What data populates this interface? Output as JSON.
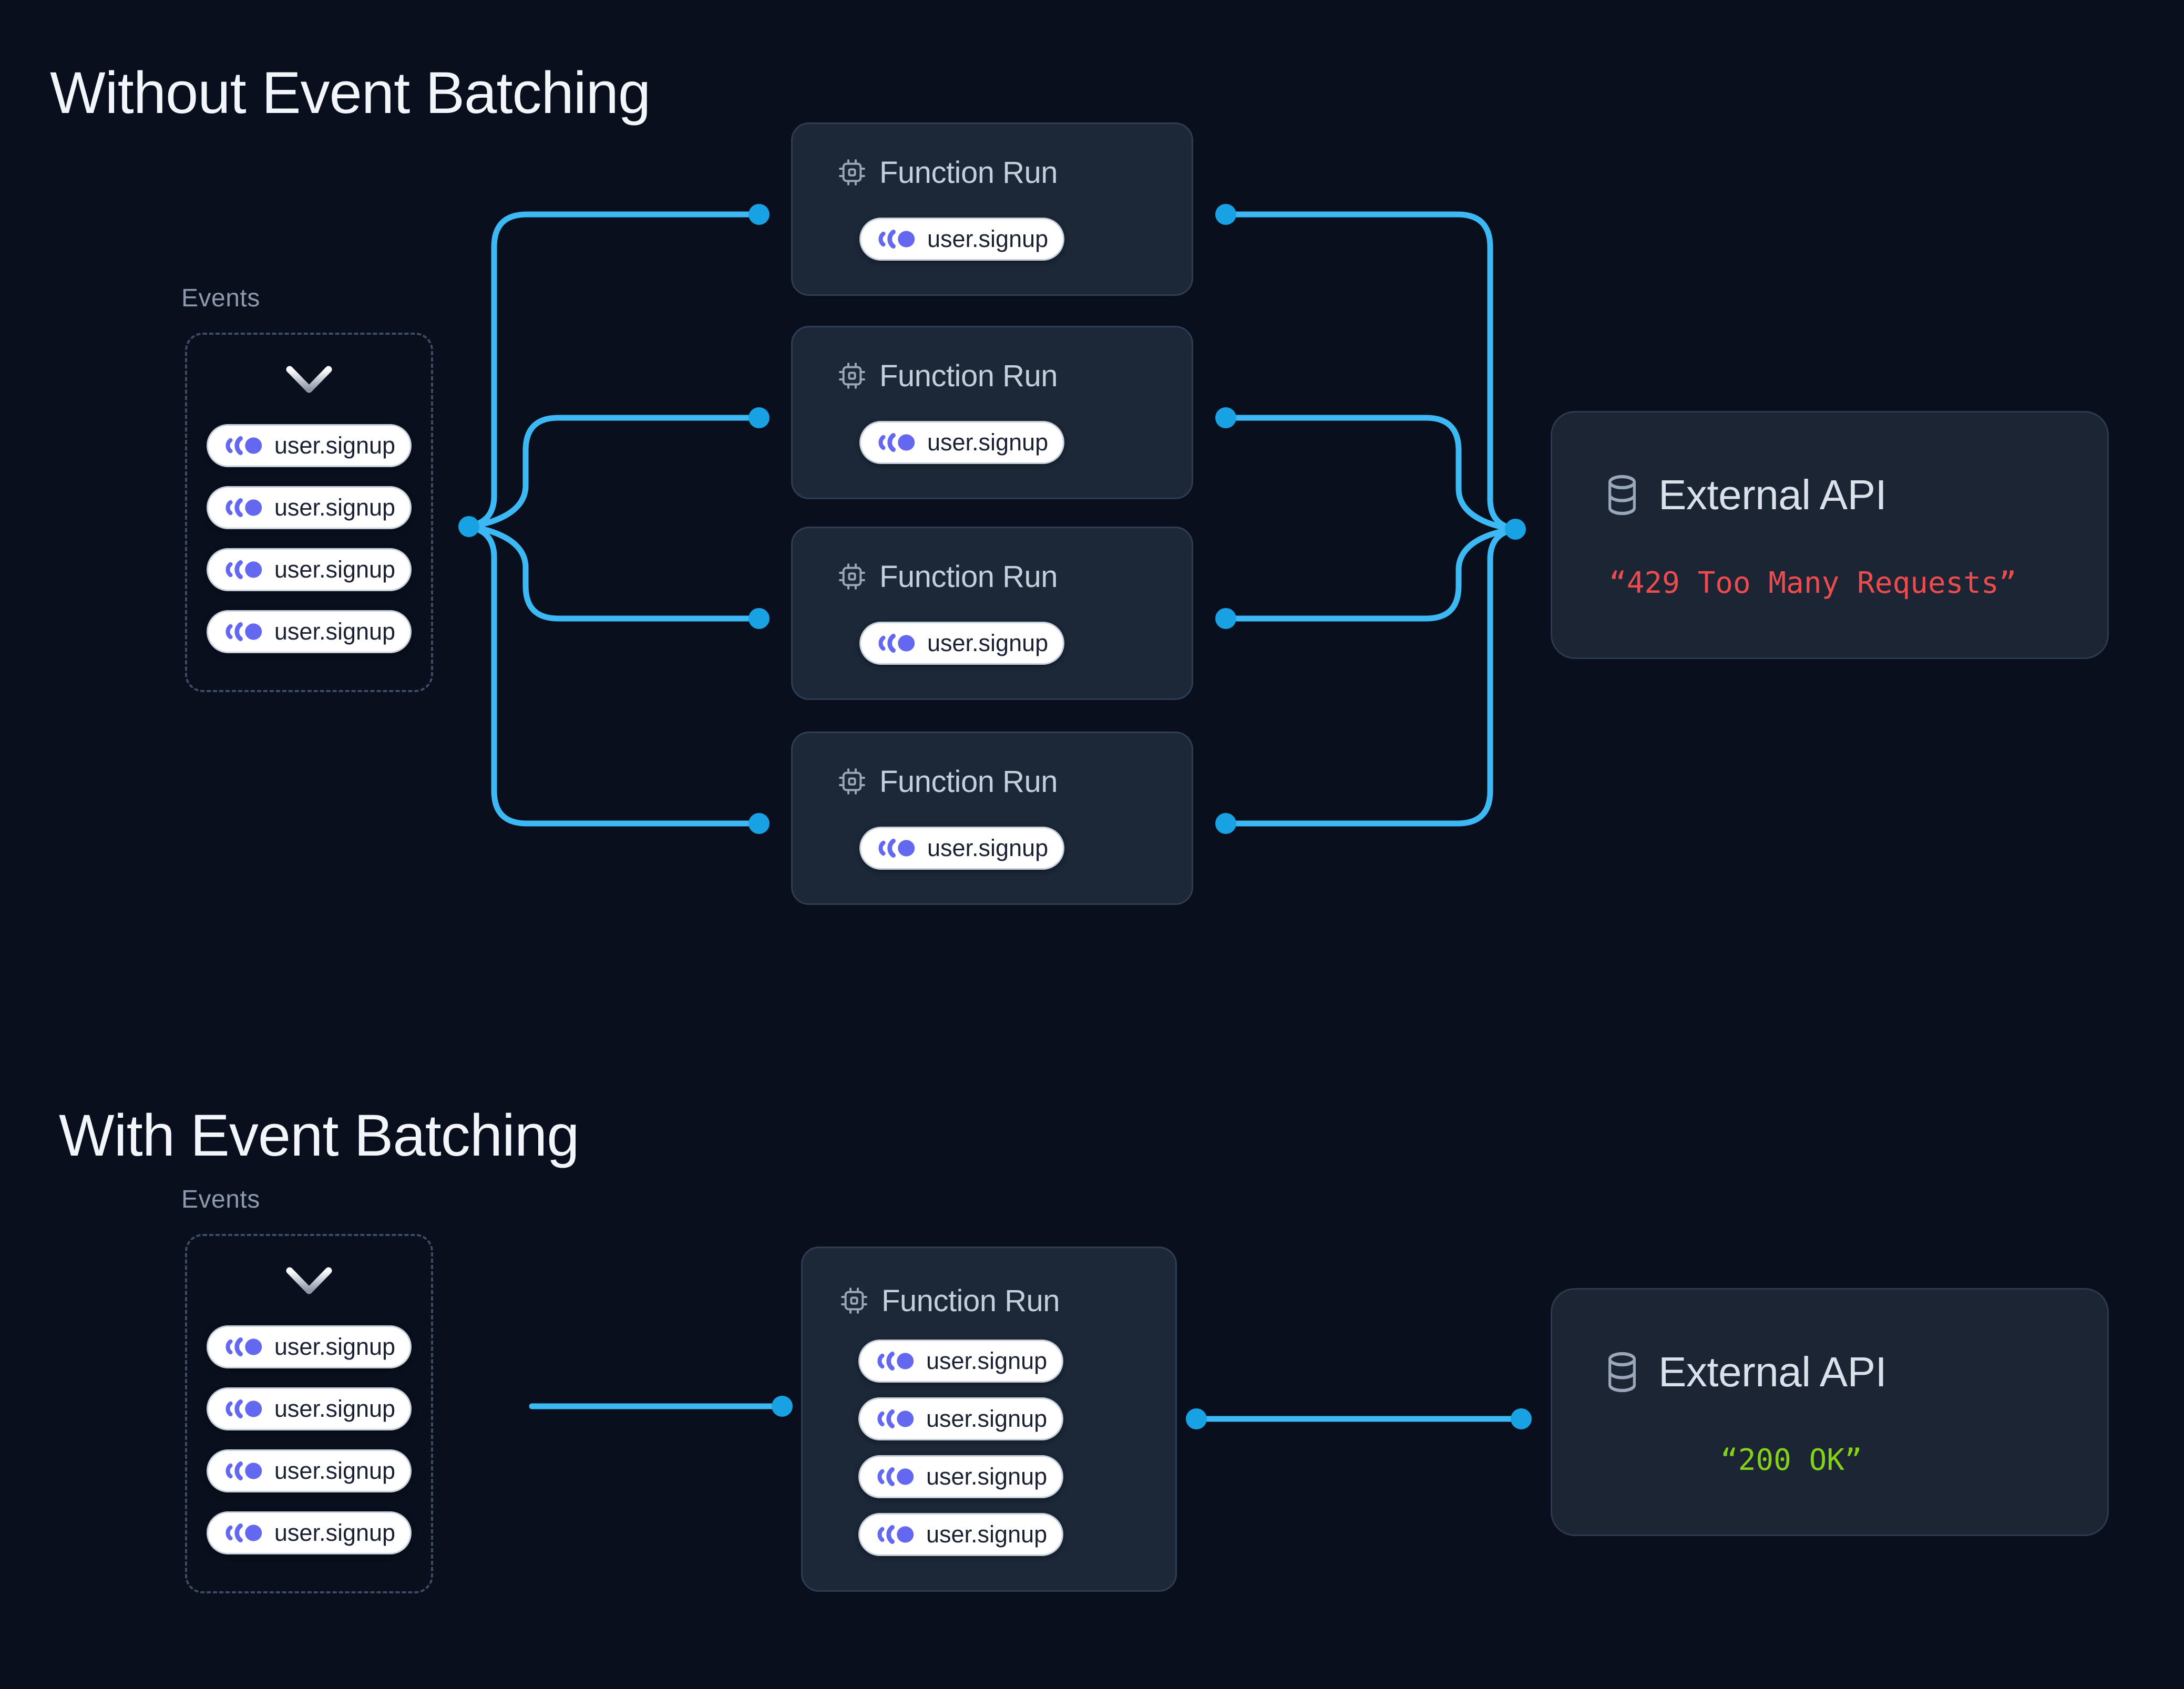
{
  "diagram": {
    "sections": [
      {
        "title": "Without Event Batching",
        "events_panel": {
          "label": "Events",
          "pills": [
            "user.signup",
            "user.signup",
            "user.signup",
            "user.signup"
          ]
        },
        "function_runs": [
          {
            "title": "Function Run",
            "pills": [
              "user.signup"
            ]
          },
          {
            "title": "Function Run",
            "pills": [
              "user.signup"
            ]
          },
          {
            "title": "Function Run",
            "pills": [
              "user.signup"
            ]
          },
          {
            "title": "Function Run",
            "pills": [
              "user.signup"
            ]
          }
        ],
        "external_api": {
          "title": "External API",
          "status": "“429 Too Many Requests”",
          "status_color": "#ef4b4f"
        }
      },
      {
        "title": "With Event Batching",
        "events_panel": {
          "label": "Events",
          "pills": [
            "user.signup",
            "user.signup",
            "user.signup",
            "user.signup"
          ]
        },
        "function_runs": [
          {
            "title": "Function Run",
            "pills": [
              "user.signup",
              "user.signup",
              "user.signup",
              "user.signup"
            ]
          }
        ],
        "external_api": {
          "title": "External API",
          "status": "“200 OK”",
          "status_color": "#84d216"
        }
      }
    ],
    "colors": {
      "background": "#0a0f1d",
      "card_background": "#1c2737",
      "card_border": "#2f3d53",
      "connector_line": "#3cb9f4",
      "connector_dot": "#18a2e4",
      "event_icon": "#6468f0",
      "pill_background": "#ffffff",
      "error_status": "#ef4b4f",
      "success_status": "#84d216"
    }
  }
}
